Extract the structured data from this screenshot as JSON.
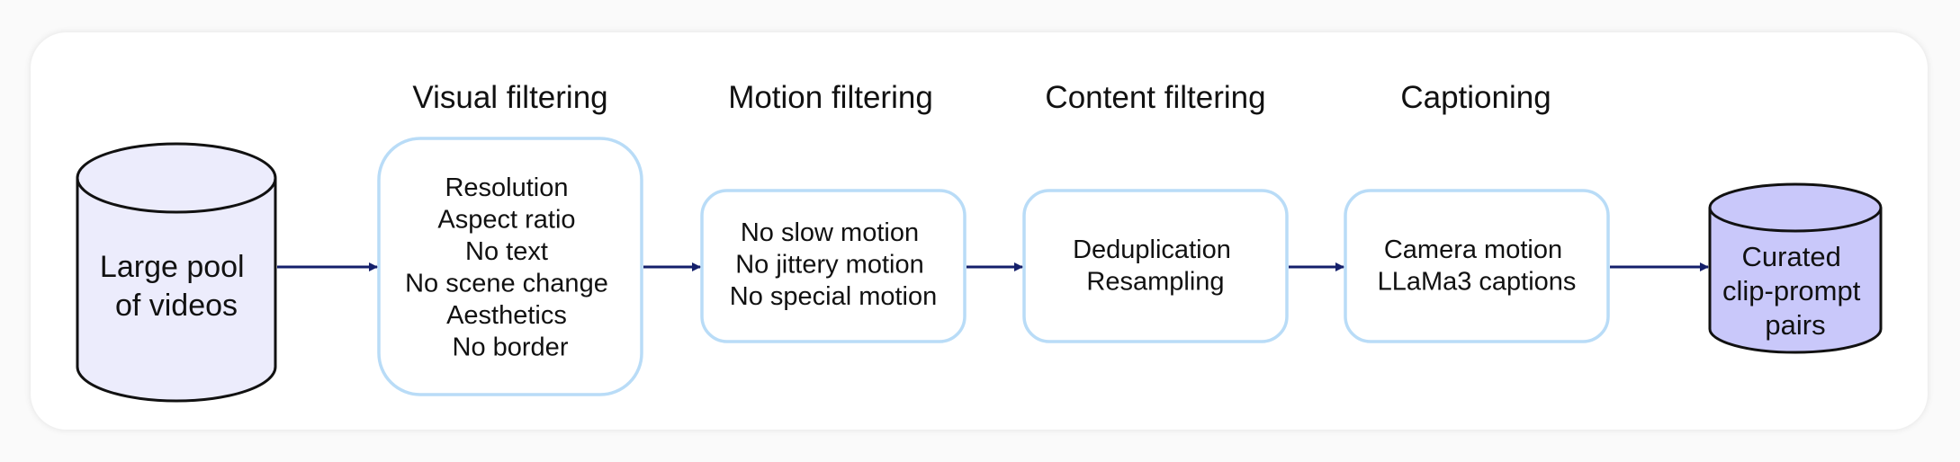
{
  "colors": {
    "box_border": "#b9dcf7",
    "arrow": "#15206b",
    "source_fill": "#ececfc",
    "target_fill": "#c9c8fa",
    "cylinder_stroke": "#111111"
  },
  "source": {
    "lines": [
      "Large pool",
      "of videos"
    ]
  },
  "stages": [
    {
      "heading": "Visual filtering",
      "lines": [
        "Resolution",
        "Aspect ratio",
        "No text",
        "No scene change",
        "Aesthetics",
        "No border"
      ]
    },
    {
      "heading": "Motion filtering",
      "lines": [
        "No slow motion",
        "No jittery motion",
        "No special motion"
      ]
    },
    {
      "heading": "Content filtering",
      "lines": [
        "Deduplication",
        "Resampling"
      ]
    },
    {
      "heading": "Captioning",
      "lines": [
        "Camera motion",
        "LLaMa3 captions"
      ]
    }
  ],
  "target": {
    "lines": [
      "Curated",
      "clip-prompt",
      "pairs"
    ]
  }
}
